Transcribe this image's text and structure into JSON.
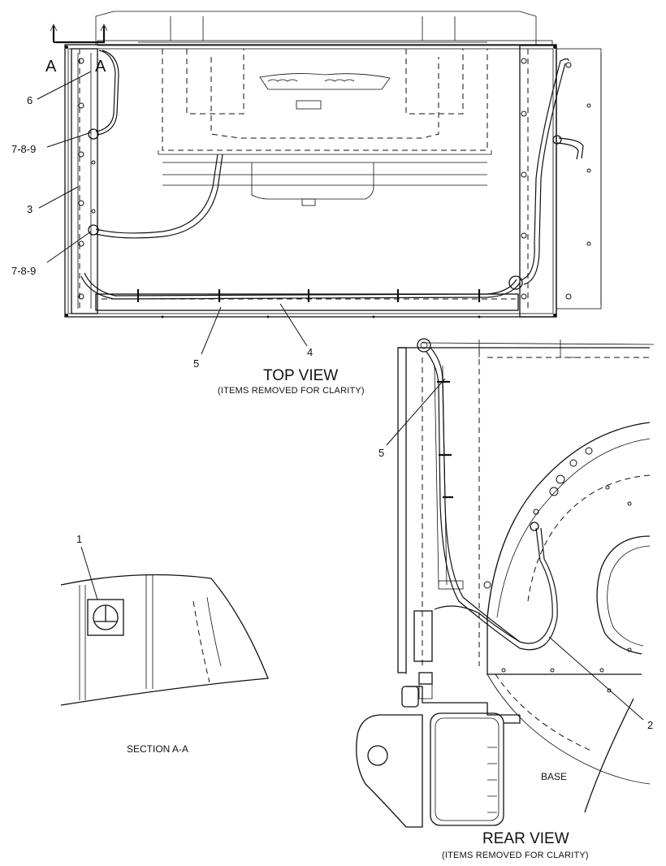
{
  "views": {
    "top": {
      "title": "TOP VIEW",
      "subtitle": "(ITEMS REMOVED FOR CLARITY)"
    },
    "rear": {
      "title": "REAR VIEW",
      "subtitle": "(ITEMS REMOVED FOR CLARITY)"
    },
    "section": {
      "title": "SECTION A-A"
    }
  },
  "section_marks": {
    "left": "A",
    "right": "A"
  },
  "labels": {
    "base": "BASE"
  },
  "callouts": {
    "top_6": "6",
    "top_789_upper": "7-8-9",
    "top_3": "3",
    "top_789_lower": "7-8-9",
    "top_5": "5",
    "top_4": "4",
    "rear_5": "5",
    "rear_2": "2",
    "section_1": "1"
  }
}
